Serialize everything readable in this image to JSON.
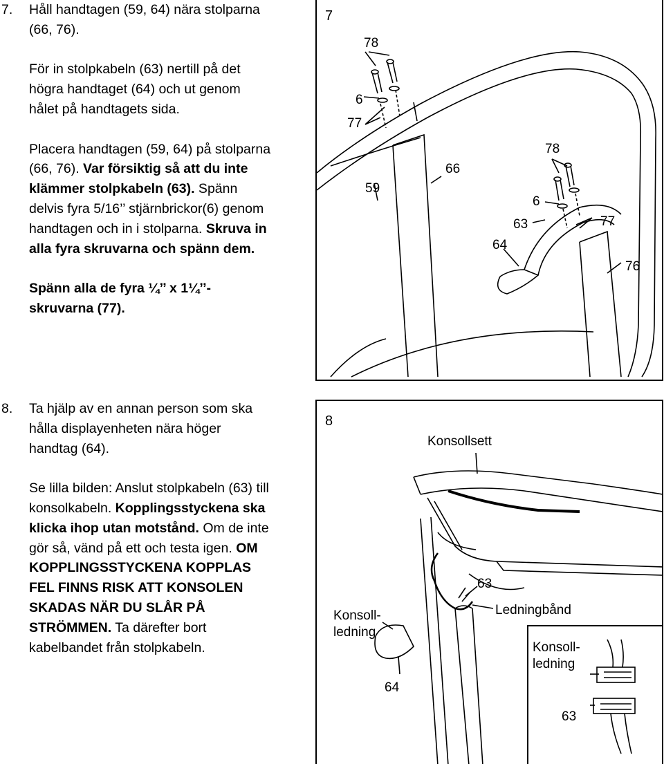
{
  "step7": {
    "number": "7.",
    "para1_line1": "Håll handtagen (59, 64) nära stolparna",
    "para1_line2": "(66, 76).",
    "para2_line1": "För in stolpkabeln (63) nertill på det",
    "para2_line2": "högra handtaget (64) och ut genom",
    "para2_line3": "hålet på handtagets sida.",
    "para3_line1": "Placera handtagen (59, 64) på stolparna",
    "para3_line2a": "(66, 76). ",
    "para3_line2b": "Var försiktig så att du inte",
    "para3_line3": "klämmer stolpkabeln (63).",
    "para3_line3b": " Spänn",
    "para3_line4": "delvis fyra 5/16’’ stjärnbrickor(6) genom",
    "para3_line5a": "handtagen och in i stolparna. ",
    "para3_line5b": "Skruva in",
    "para3_line6": "alla fyra skruvarna och spänn dem.",
    "para4_line1": "Spänn alla de fyra ¼’’ x 1¼’’-",
    "para4_line2": "skruvarna (77).",
    "figure": {
      "number": "7",
      "labels": {
        "l78a": "78",
        "l6a": "6",
        "l77a": "77",
        "l59": "59",
        "l66": "66",
        "l78b": "78",
        "l6b": "6",
        "l63": "63",
        "l77b": "77",
        "l64": "64",
        "l76": "76"
      }
    }
  },
  "step8": {
    "number": "8.",
    "para1_line1": "Ta hjälp av en annan person som ska",
    "para1_line2": "hålla displayenheten nära höger",
    "para1_line3": "handtag (64).",
    "para2_line1": "Se lilla bilden: Anslut stolpkabeln (63) till",
    "para2_line2a": "konsolkabeln. ",
    "para2_line2b": "Kopplingsstyckena ska",
    "para2_line3a": "klicka ihop utan motstånd.",
    "para2_line3b": " Om de inte",
    "para2_line4a": "gör så, vänd på ett och testa igen. ",
    "para2_line4b": "OM",
    "para2_line5": "KOPPLINGSSTYCKENA KOPPLAS",
    "para2_line6": "FEL FINNS RISK ATT KONSOLEN",
    "para2_line7": "SKADAS NÄR DU SLÅR PÅ",
    "para2_line8a": "STRÖMMEN.",
    "para2_line8b": " Ta därefter bort",
    "para2_line9": "kabelbandet från stolpkabeln.",
    "figure": {
      "number": "8",
      "labels": {
        "konsollsett": "Konsollsett",
        "konsoll_ledning_1": "Konsoll-",
        "konsoll_ledning_2": "ledning",
        "l64": "64",
        "l63": "63",
        "ledningband": "Ledningbånd",
        "inset_konsoll_1": "Konsoll-",
        "inset_konsoll_2": "ledning",
        "inset_63": "63"
      }
    }
  }
}
